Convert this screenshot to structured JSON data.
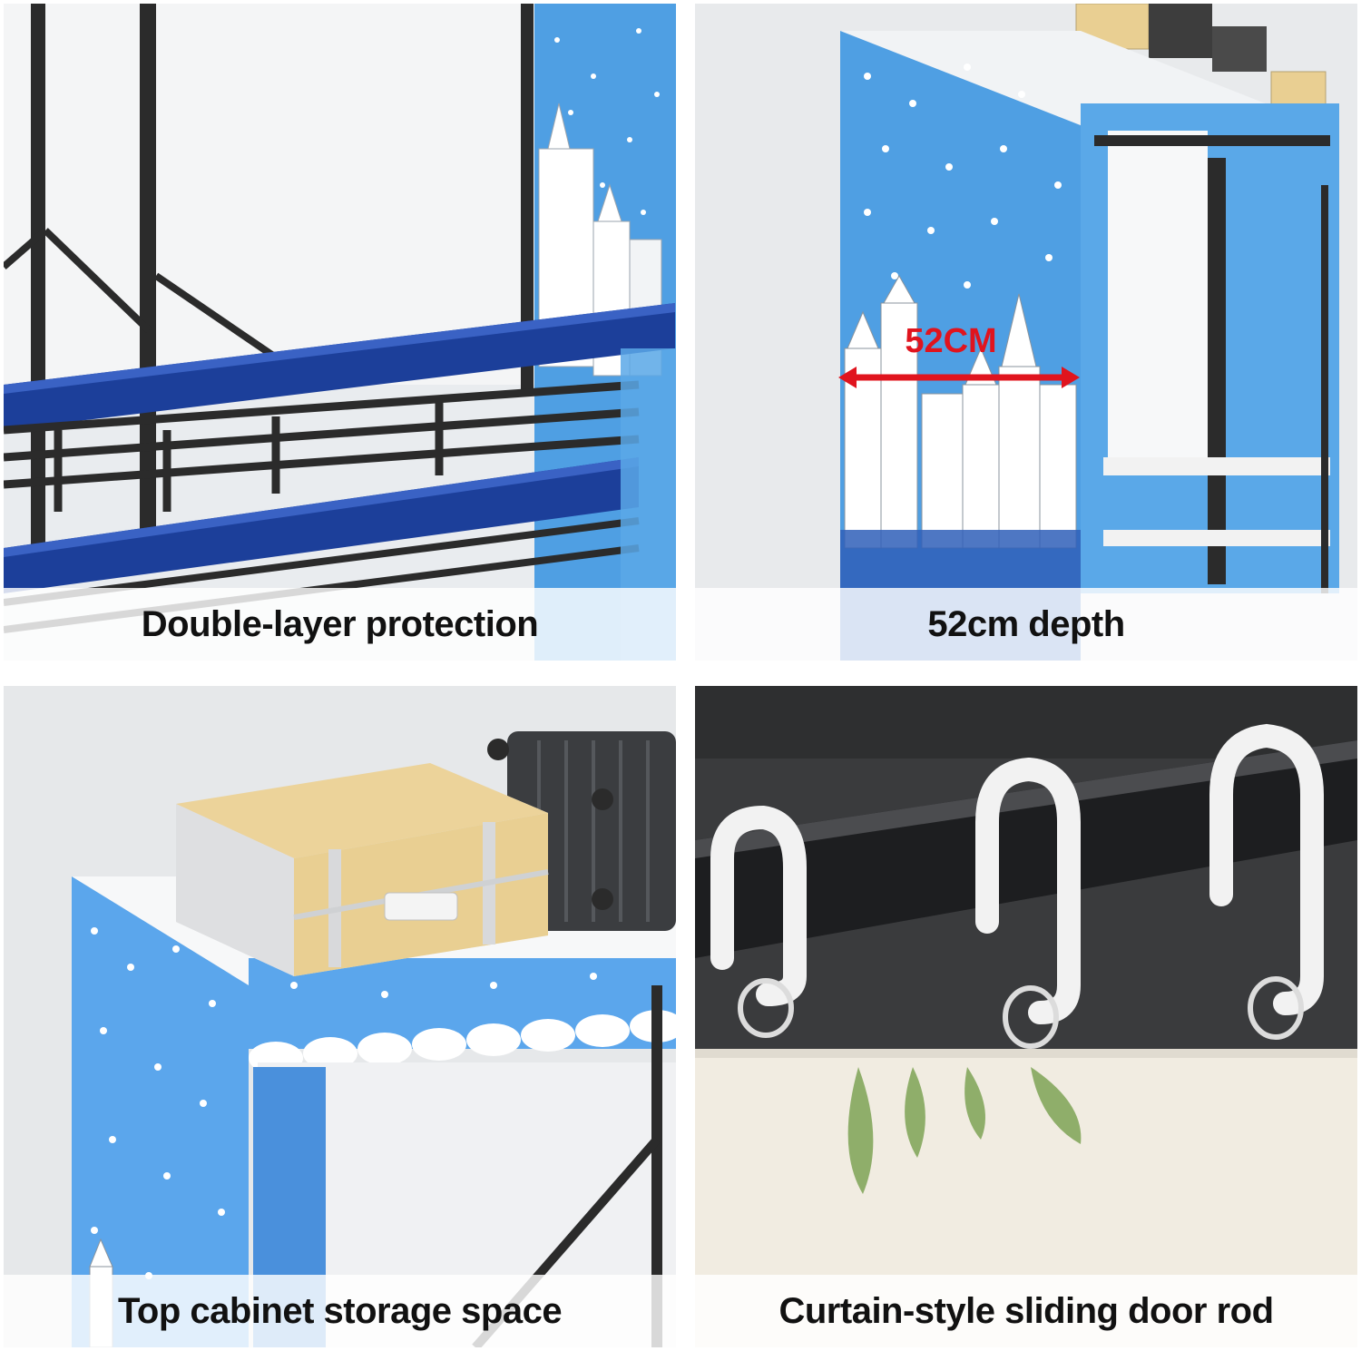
{
  "panels": [
    {
      "id": "double-layer",
      "caption": "Double-layer protection"
    },
    {
      "id": "depth",
      "caption": "52cm depth",
      "measurement_label": "52CM"
    },
    {
      "id": "top-cabinet",
      "caption": "Top cabinet storage space"
    },
    {
      "id": "sliding-rod",
      "caption": "Curtain-style sliding door rod"
    }
  ],
  "colors": {
    "sky_blue": "#4f9fe3",
    "navy_glitter": "#1c3f9a",
    "frame_black": "#2b2b2b",
    "arrow_red": "#e0141e",
    "suitcase_tan": "#e9cf92",
    "leaf_green": "#8fae6a"
  },
  "icons": [
    "star-pattern",
    "castle-print",
    "curtain-ring"
  ]
}
